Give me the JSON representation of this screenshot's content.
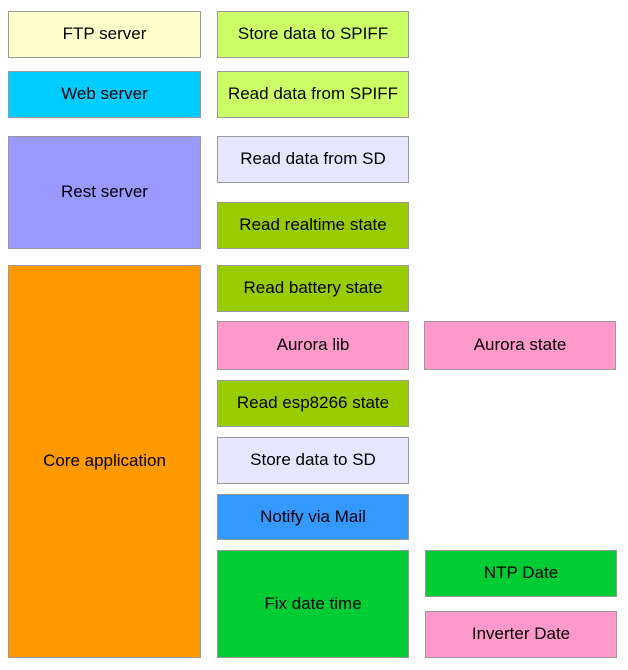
{
  "colors": {
    "cream": "#ffffcc",
    "cyan": "#00ccff",
    "periwinkle": "#9999ff",
    "orange": "#ff9900",
    "lime": "#ccff66",
    "lavender": "#e6e6ff",
    "olive_green": "#99cc00",
    "pink": "#ff99cc",
    "blue": "#3399ff",
    "green": "#00cc33"
  },
  "blocks": {
    "ftp_server": "FTP server",
    "web_server": "Web server",
    "rest_server": "Rest server",
    "core_application": "Core application",
    "store_spiff": "Store data to SPIFF",
    "read_spiff": "Read data from SPIFF",
    "read_sd": "Read data from SD",
    "read_realtime": "Read realtime state",
    "read_battery": "Read battery state",
    "aurora_lib": "Aurora lib",
    "aurora_state": "Aurora state",
    "read_esp8266": "Read esp8266 state",
    "store_sd": "Store data to SD",
    "notify_mail": "Notify via Mail",
    "fix_date_time": "Fix date time",
    "ntp_date": "NTP Date",
    "inverter_date": "Inverter Date"
  }
}
